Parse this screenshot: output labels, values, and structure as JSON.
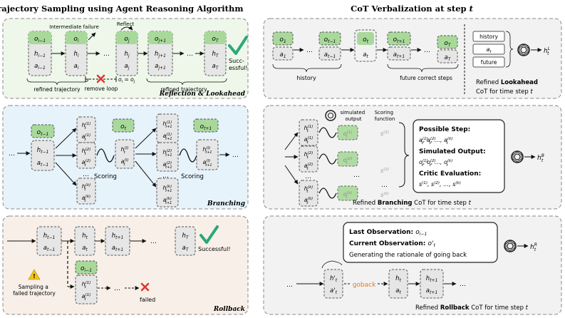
{
  "left_title": "Trajectory Sampling using Agent Reasoning Algorithm",
  "right_title_prefix": "CoT Verbalization at step ",
  "right_title_var": "t",
  "colors": {
    "obs_green": "#a8d99a",
    "node_gray": "#e6e6e6",
    "panel1_bg": "#eef7ea",
    "panel2_bg": "#e6f3fb",
    "panel3_bg": "#f7efe8",
    "right_bg": "#f2f2f2",
    "check_green": "#2aa876",
    "cross_red": "#e0352a",
    "goback_orange": "#e07a22",
    "warn_yellow": "#f3c318"
  },
  "reflection": {
    "intermediate_failure": "Intermediate failure",
    "reflect": "Reflect",
    "refined_trajectory_1": "refined trajectory",
    "remove_loop": "remove loop",
    "loop_eq": "o_i = o_j",
    "refined_trajectory_2": "refined trajectory",
    "successful": "Succ-\nessful!",
    "caption": "Reflection & Lookahead"
  },
  "branching": {
    "scoring_1": "Scoring",
    "scoring_2": "Scoring",
    "caption": "Branching"
  },
  "rollback": {
    "successful": "Successful!",
    "sampling": "Sampling a\nfailed trajectory",
    "failed": "failed",
    "caption": "Rollback"
  },
  "lookahead_panel": {
    "history": "history",
    "future_steps": "future correct steps",
    "chip_history": "history",
    "chip_future": "future",
    "refined_prefix": "Refined ",
    "refined_bold": "Lookahead",
    "refined_suffix_1": "CoT for time step ",
    "refined_var": "t",
    "output": "h_t^L"
  },
  "branching_panel": {
    "simulated_output": "simulated\noutput",
    "scoring_function": "Scoring\nfunction",
    "possible_step": "Possible Step:",
    "simulated_output_title": "Simulated Output:",
    "critic_evaluation": "Critic Evaluation:",
    "refined_prefix": "Refined ",
    "refined_bold": "Branching",
    "refined_suffix": " CoT for time step ",
    "refined_var": "t",
    "output": "h_t^B"
  },
  "rollback_panel": {
    "last_obs": "Last Observation: ",
    "current_obs": "Current Observation: ",
    "rationale": "Generating the rationale of going back",
    "goback": "goback",
    "refined_prefix": "Refined ",
    "refined_bold": "Rollback",
    "refined_suffix": " CoT for time step ",
    "refined_var": "t",
    "output": "h_t^R"
  }
}
